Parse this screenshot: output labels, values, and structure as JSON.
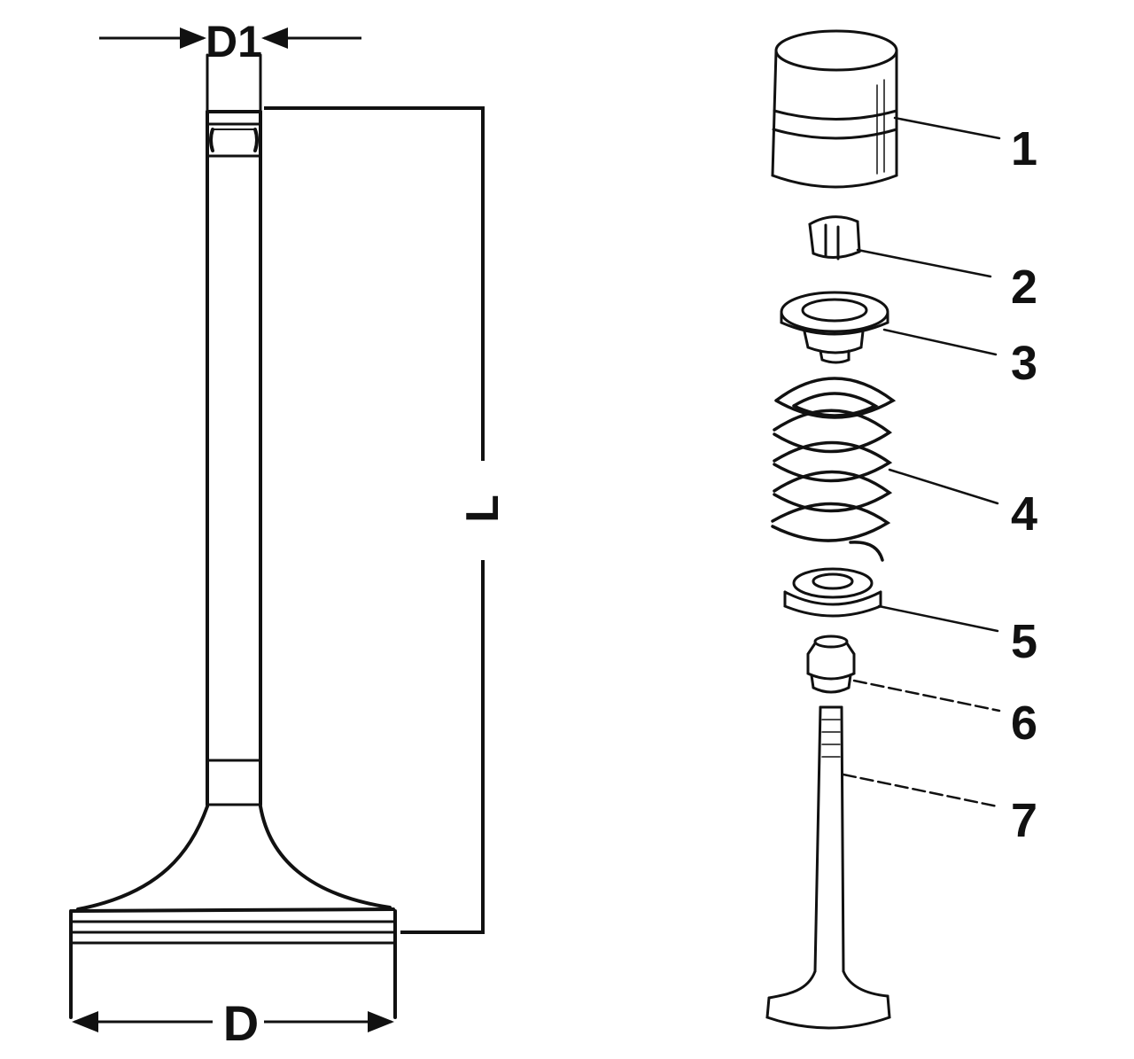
{
  "diagram": {
    "dimensions": {
      "stem_diameter": "D1",
      "length": "L",
      "head_diameter": "D"
    },
    "callouts": [
      "1",
      "2",
      "3",
      "4",
      "5",
      "6",
      "7"
    ],
    "colors": {
      "ink": "#111111",
      "paper": "#ffffff"
    }
  }
}
